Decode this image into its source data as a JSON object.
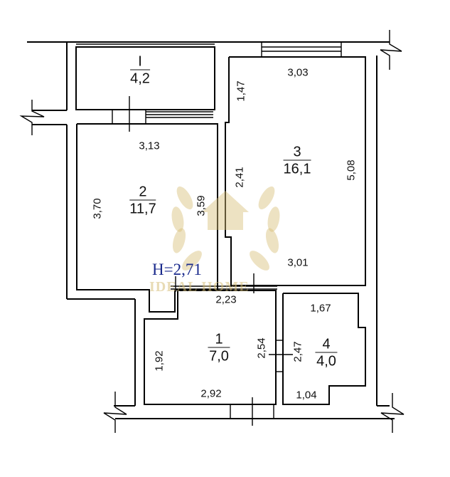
{
  "plan": {
    "ceiling_height": "H=2,71",
    "watermark": "IDEAL HOME",
    "colors": {
      "wall": "#000000",
      "height_label": "#1a2a8c",
      "watermark": "#d6be78"
    },
    "rooms": [
      {
        "id": "balcony",
        "number": "I",
        "area": "4,2"
      },
      {
        "id": "room2",
        "number": "2",
        "area": "11,7"
      },
      {
        "id": "room3",
        "number": "3",
        "area": "16,1"
      },
      {
        "id": "room1",
        "number": "1",
        "area": "7,0"
      },
      {
        "id": "room4",
        "number": "4",
        "area": "4,0"
      }
    ],
    "dimensions": {
      "r2_top": "3,13",
      "r2_left": "3,70",
      "r2_right": "3,59",
      "r3_top": "3,03",
      "r3_left_upper": "1,47",
      "r3_left_lower": "2,41",
      "r3_right": "5,08",
      "r3_bottom": "3,01",
      "r1_top": "2,23",
      "r1_left": "1,92",
      "r1_right": "2,54",
      "r1_bottom": "2,92",
      "r4_top": "1,67",
      "r4_left": "2,47",
      "r4_bottom": "1,04"
    }
  }
}
